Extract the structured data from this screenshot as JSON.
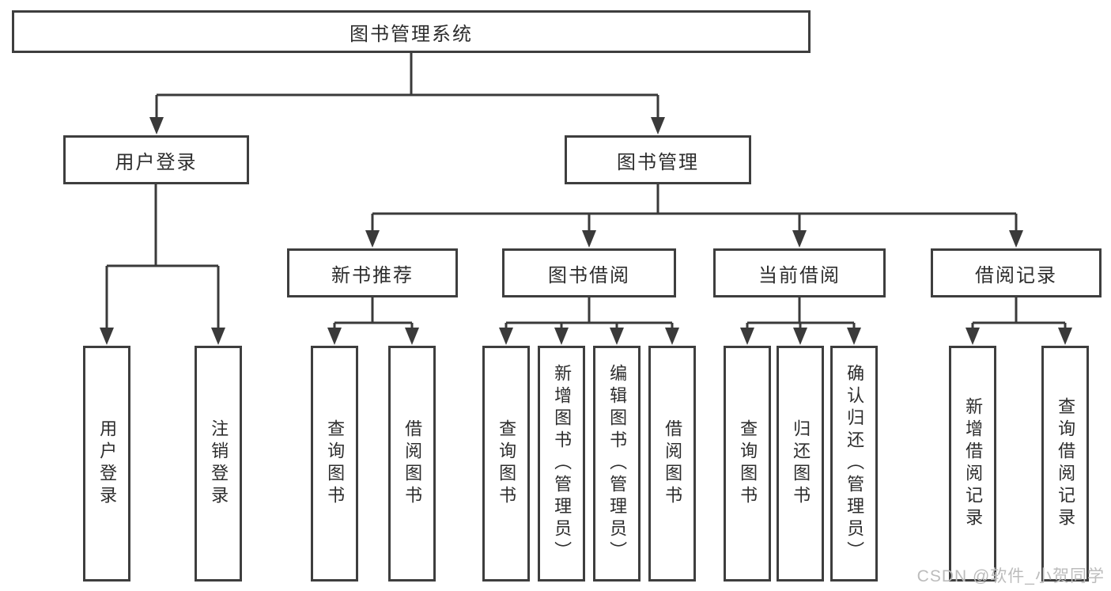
{
  "tree": {
    "root": {
      "label": "图书管理系统"
    },
    "children": [
      {
        "label": "用户登录",
        "children": [
          {
            "label": "用户登录"
          },
          {
            "label": "注销登录"
          }
        ]
      },
      {
        "label": "图书管理",
        "children": [
          {
            "label": "新书推荐",
            "children": [
              {
                "label": "查询图书"
              },
              {
                "label": "借阅图书"
              }
            ]
          },
          {
            "label": "图书借阅",
            "children": [
              {
                "label": "查询图书"
              },
              {
                "label": "新增图书（管理员）"
              },
              {
                "label": "编辑图书（管理员）"
              },
              {
                "label": "借阅图书"
              }
            ]
          },
          {
            "label": "当前借阅",
            "children": [
              {
                "label": "查询图书"
              },
              {
                "label": "归还图书"
              },
              {
                "label": "确认归还（管理员）"
              }
            ]
          },
          {
            "label": "借阅记录",
            "children": [
              {
                "label": "新增借阅记录"
              },
              {
                "label": "查询借阅记录"
              }
            ]
          }
        ]
      }
    ]
  },
  "watermark": {
    "text": "CSDN @软件_小贺同学"
  },
  "colors": {
    "line": "#3a3a3a",
    "box_border": "#3e3e3e",
    "text": "#2d2d2d",
    "watermark": "#bcbcbc",
    "background": "#ffffff"
  }
}
